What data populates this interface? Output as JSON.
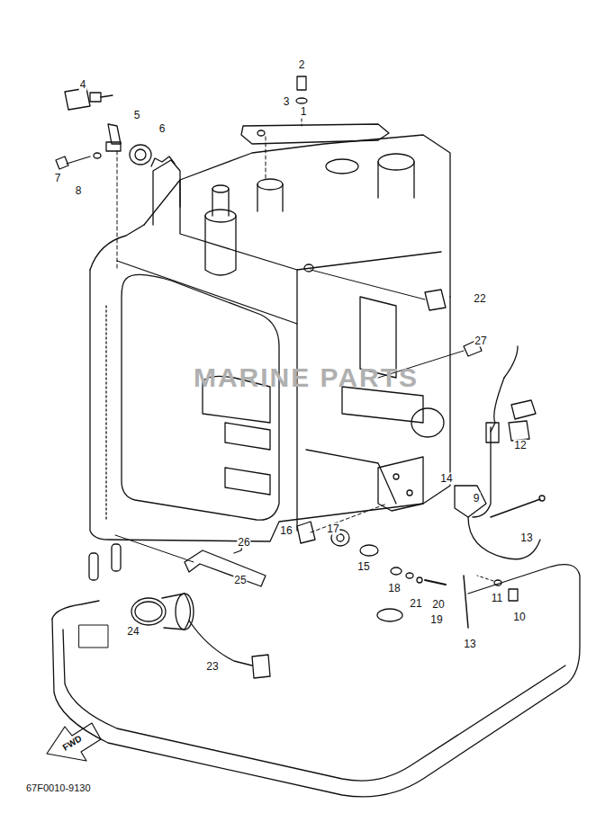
{
  "diagram": {
    "labels": [
      "4",
      "2",
      "5",
      "1",
      "3",
      "6",
      "7",
      "8",
      "22",
      "27",
      "12",
      "14",
      "9",
      "13",
      "16",
      "17",
      "15",
      "18",
      "21",
      "20",
      "19",
      "11",
      "10",
      "13",
      "26",
      "25",
      "24",
      "23",
      "FWD",
      "67F0010-9130",
      "MARINE PARTS"
    ]
  }
}
